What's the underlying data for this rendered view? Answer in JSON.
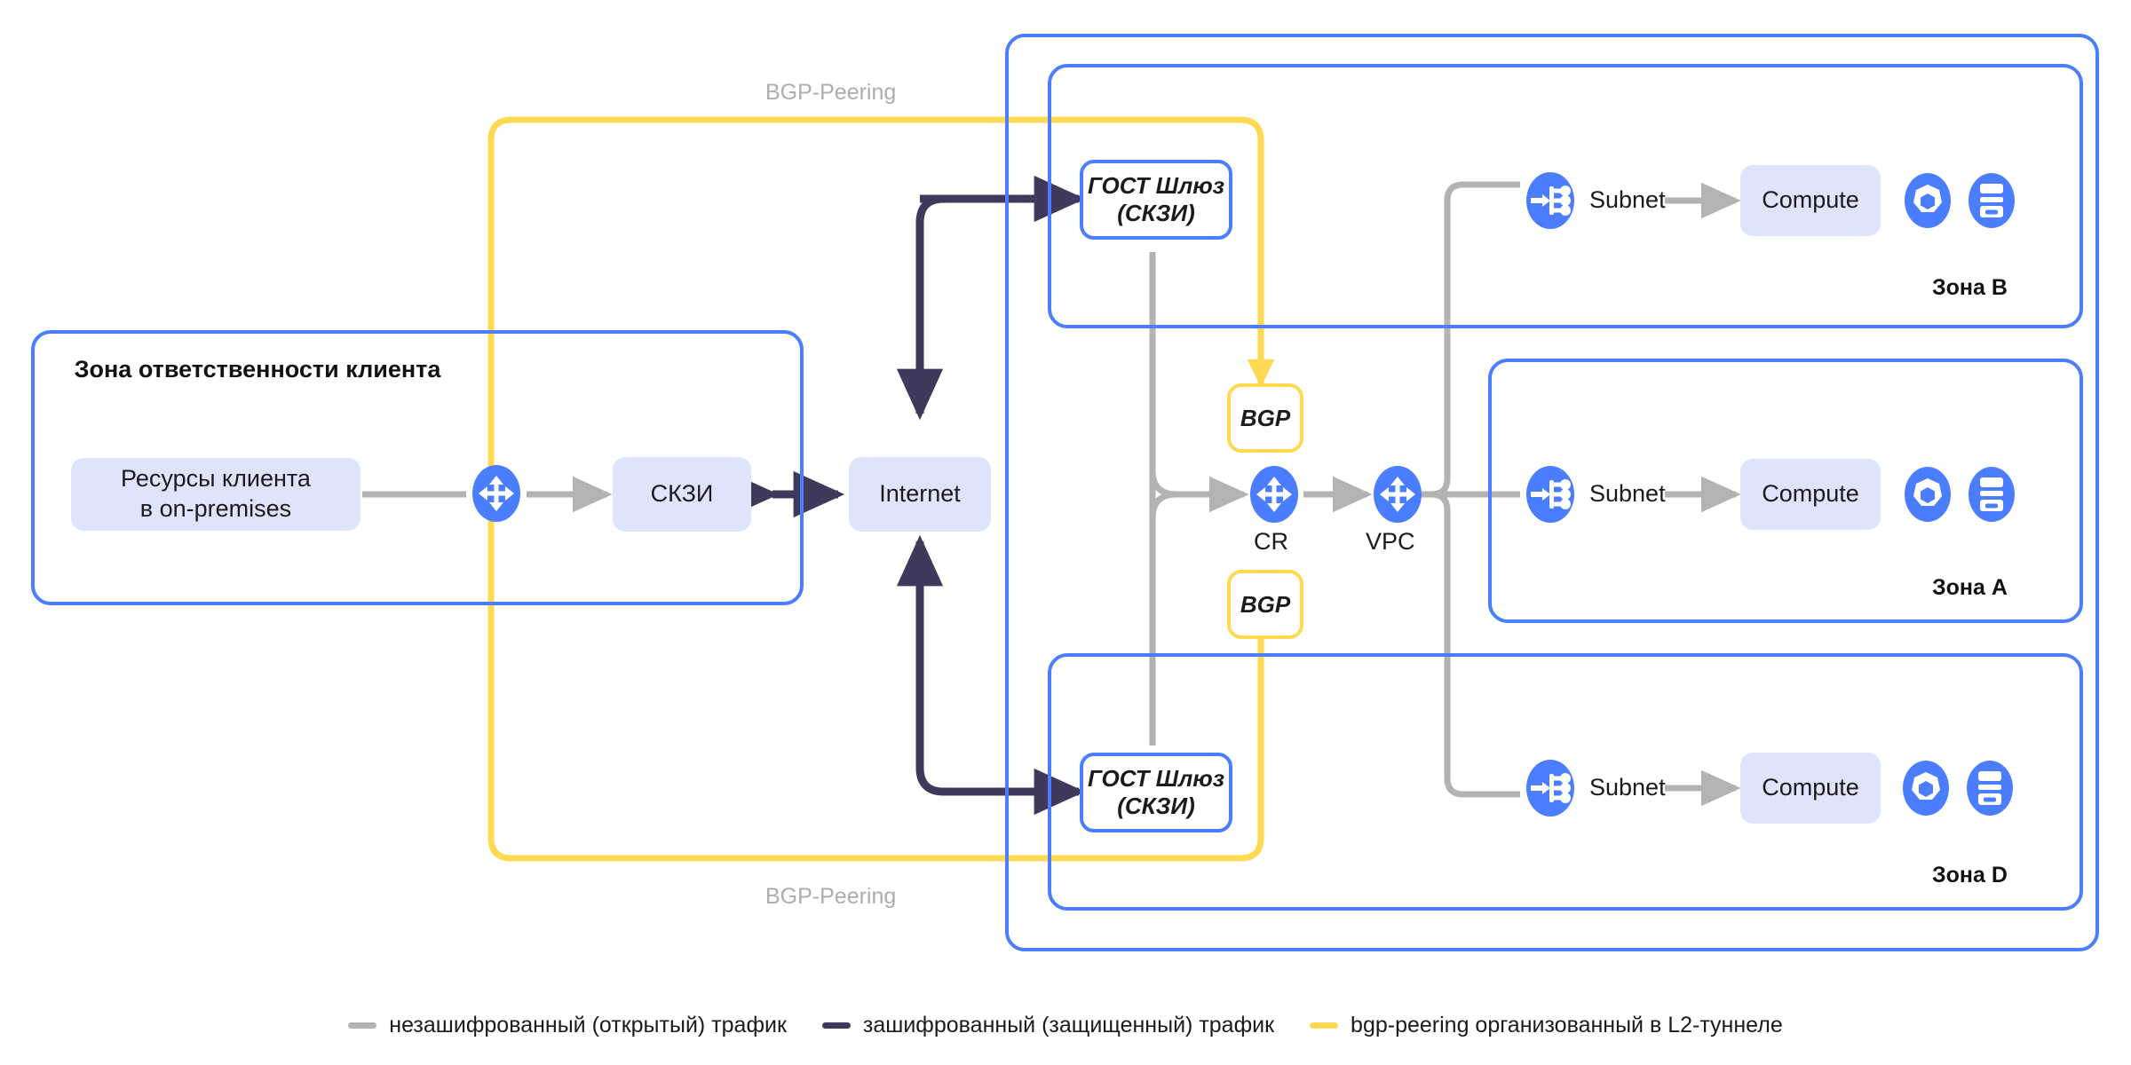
{
  "diagram": {
    "title_labels": {
      "bgp_peering_top": "BGP-Peering",
      "bgp_peering_bottom": "BGP-Peering"
    },
    "client_zone": {
      "title": "Зона ответственности клиента",
      "resource_box": "Ресурсы клиента\nв on-premises",
      "skzi_box": "СКЗИ"
    },
    "internet": {
      "label": "Internet"
    },
    "gateways": [
      {
        "label": "ГОСТ Шлюз (СКЗИ)",
        "line1": "ГОСТ Шлюз",
        "line2": "(СКЗИ)"
      },
      {
        "label": "ГОСТ Шлюз (СКЗИ)",
        "line1": "ГОСТ Шлюз",
        "line2": "(СКЗИ)"
      }
    ],
    "bgp_boxes": [
      {
        "label": "BGP"
      },
      {
        "label": "BGP"
      }
    ],
    "routers": [
      {
        "id": "cr",
        "label": "CR",
        "icon": "router-icon"
      },
      {
        "id": "vpc",
        "label": "VPC",
        "icon": "router-icon"
      }
    ],
    "onprem_router": {
      "icon": "router-icon"
    },
    "zones": [
      {
        "id": "zone-b",
        "label": "Зона B",
        "subnet_label": "Subnet",
        "compute_label": "Compute",
        "icons": [
          "kubernetes-icon",
          "database-icon"
        ]
      },
      {
        "id": "zone-a",
        "label": "Зона A",
        "subnet_label": "Subnet",
        "compute_label": "Compute",
        "icons": [
          "kubernetes-icon",
          "database-icon"
        ]
      },
      {
        "id": "zone-d",
        "label": "Зона D",
        "subnet_label": "Subnet",
        "compute_label": "Compute",
        "icons": [
          "kubernetes-icon",
          "database-icon"
        ]
      }
    ],
    "legend": [
      {
        "color": "#b3b3b3",
        "label": "незашифрованный (открытый) трафик"
      },
      {
        "color": "#3f3a5c",
        "label": "зашифрованный (защищенный) трафик"
      },
      {
        "color": "#ffd952",
        "label": "bgp-peering организованный в L2-туннеле"
      }
    ],
    "colors": {
      "blue_border": "#4a7dff",
      "lilac_fill": "#dfe4fd",
      "grey_line": "#b3b3b3",
      "dark_line": "#3f3a5c",
      "yellow_line": "#ffd952",
      "icon_blue": "#4a7dff"
    }
  }
}
